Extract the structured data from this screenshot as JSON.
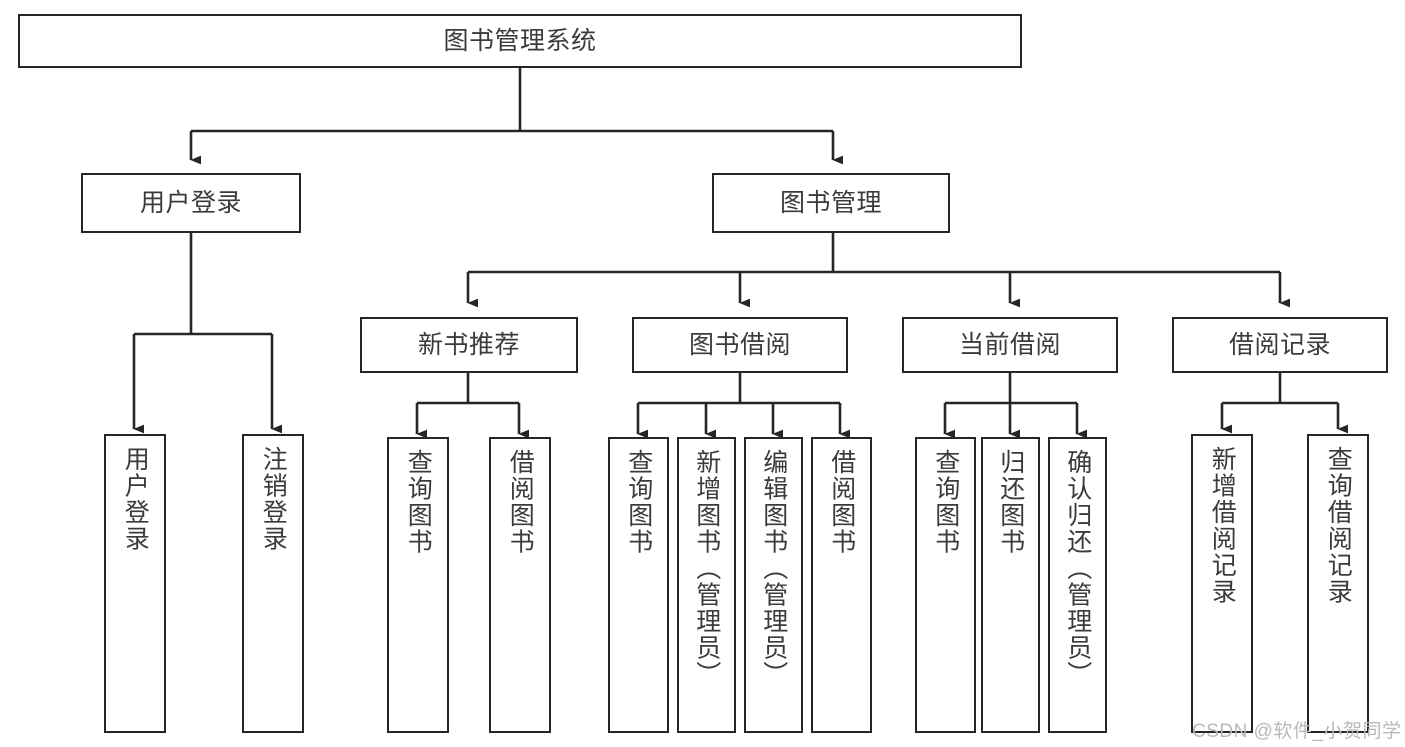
{
  "diagram": {
    "title": "图书管理系统",
    "type": "hierarchy-tree",
    "orientation": "top-down",
    "colors": {
      "node_border": "#262626",
      "node_fill": "#ffffff",
      "text": "#3b3b3b",
      "edge": "#262626",
      "watermark": "#b9b9b9",
      "background": "#ffffff"
    },
    "levels": [
      {
        "level": 0,
        "nodes": [
          {
            "id": "root",
            "label": "图书管理系统",
            "text_direction": "horizontal"
          }
        ]
      },
      {
        "level": 1,
        "nodes": [
          {
            "id": "user-login",
            "label": "用户登录",
            "text_direction": "horizontal",
            "parent": "root"
          },
          {
            "id": "book-manage",
            "label": "图书管理",
            "text_direction": "horizontal",
            "parent": "root"
          }
        ]
      },
      {
        "level": 2,
        "nodes": [
          {
            "id": "new-book-rec",
            "label": "新书推荐",
            "text_direction": "horizontal",
            "parent": "book-manage"
          },
          {
            "id": "book-borrow",
            "label": "图书借阅",
            "text_direction": "horizontal",
            "parent": "book-manage"
          },
          {
            "id": "current-borrow",
            "label": "当前借阅",
            "text_direction": "horizontal",
            "parent": "book-manage"
          },
          {
            "id": "borrow-record",
            "label": "借阅记录",
            "text_direction": "horizontal",
            "parent": "book-manage"
          }
        ]
      },
      {
        "level": 3,
        "nodes": [
          {
            "id": "leaf-1",
            "label": "用户登录",
            "text_direction": "vertical",
            "parent": "user-login"
          },
          {
            "id": "leaf-2",
            "label": "注销登录",
            "text_direction": "vertical",
            "parent": "user-login"
          },
          {
            "id": "leaf-3",
            "label": "查询图书",
            "text_direction": "vertical",
            "parent": "new-book-rec"
          },
          {
            "id": "leaf-4",
            "label": "借阅图书",
            "text_direction": "vertical",
            "parent": "new-book-rec"
          },
          {
            "id": "leaf-5",
            "label": "查询图书",
            "text_direction": "vertical",
            "parent": "book-borrow"
          },
          {
            "id": "leaf-6",
            "label": "新增图书（管理员）",
            "text_direction": "vertical",
            "parent": "book-borrow"
          },
          {
            "id": "leaf-7",
            "label": "编辑图书（管理员）",
            "text_direction": "vertical",
            "parent": "book-borrow"
          },
          {
            "id": "leaf-8",
            "label": "借阅图书",
            "text_direction": "vertical",
            "parent": "book-borrow"
          },
          {
            "id": "leaf-9",
            "label": "查询图书",
            "text_direction": "vertical",
            "parent": "current-borrow"
          },
          {
            "id": "leaf-10",
            "label": "归还图书",
            "text_direction": "vertical",
            "parent": "current-borrow"
          },
          {
            "id": "leaf-11",
            "label": "确认归还（管理员）",
            "text_direction": "vertical",
            "parent": "current-borrow"
          },
          {
            "id": "leaf-12",
            "label": "新增借阅记录",
            "text_direction": "vertical",
            "parent": "borrow-record"
          },
          {
            "id": "leaf-13",
            "label": "查询借阅记录",
            "text_direction": "vertical",
            "parent": "borrow-record"
          }
        ]
      }
    ],
    "watermark": "CSDN @软件_小贺同学"
  }
}
